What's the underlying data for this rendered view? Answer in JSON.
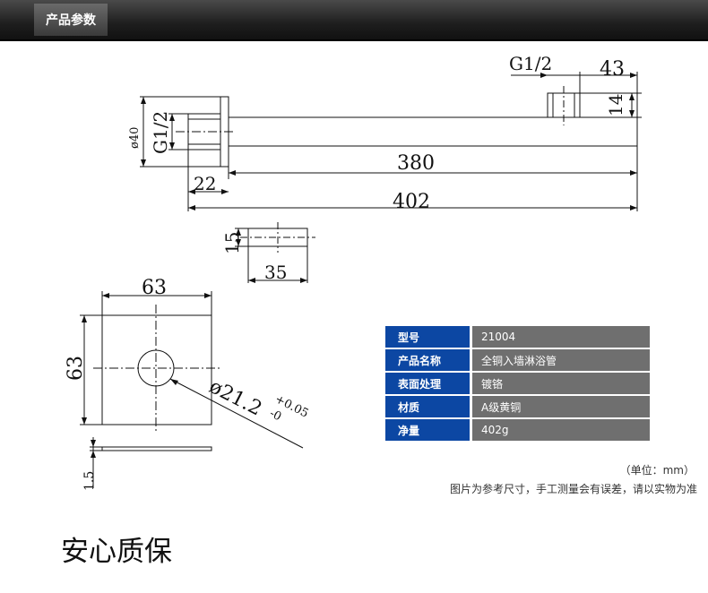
{
  "header": {
    "tab_label": "产品参数"
  },
  "drawing": {
    "label_g_top": "G1/2",
    "label_43": "43",
    "label_14": "14",
    "label_phi40": "ø40",
    "label_g_left": "G1/2",
    "label_380": "380",
    "label_22": "22",
    "label_402": "402",
    "label_15": "15",
    "label_35": "35",
    "label_63_top": "63",
    "label_63_left": "63",
    "label_diameter": "ø21.2",
    "label_tol_plus": "+0.05",
    "label_tol_minus": "-0",
    "label_1_5": "1.5"
  },
  "specs": [
    {
      "key": "型号",
      "value": "21004"
    },
    {
      "key": "产品名称",
      "value": "全铜入墙淋浴管"
    },
    {
      "key": "表面处理",
      "value": "镀铬"
    },
    {
      "key": "材质",
      "value": "A级黄铜"
    },
    {
      "key": "净量",
      "value": "402g"
    }
  ],
  "notes": {
    "unit": "（单位：mm）",
    "reference": "图片为参考尺寸，手工测量会有误差，请以实物为准"
  },
  "heading": "安心质保",
  "colors": {
    "spec_key_bg": "#0c47a3",
    "spec_value_bg": "#6f6f6f"
  }
}
